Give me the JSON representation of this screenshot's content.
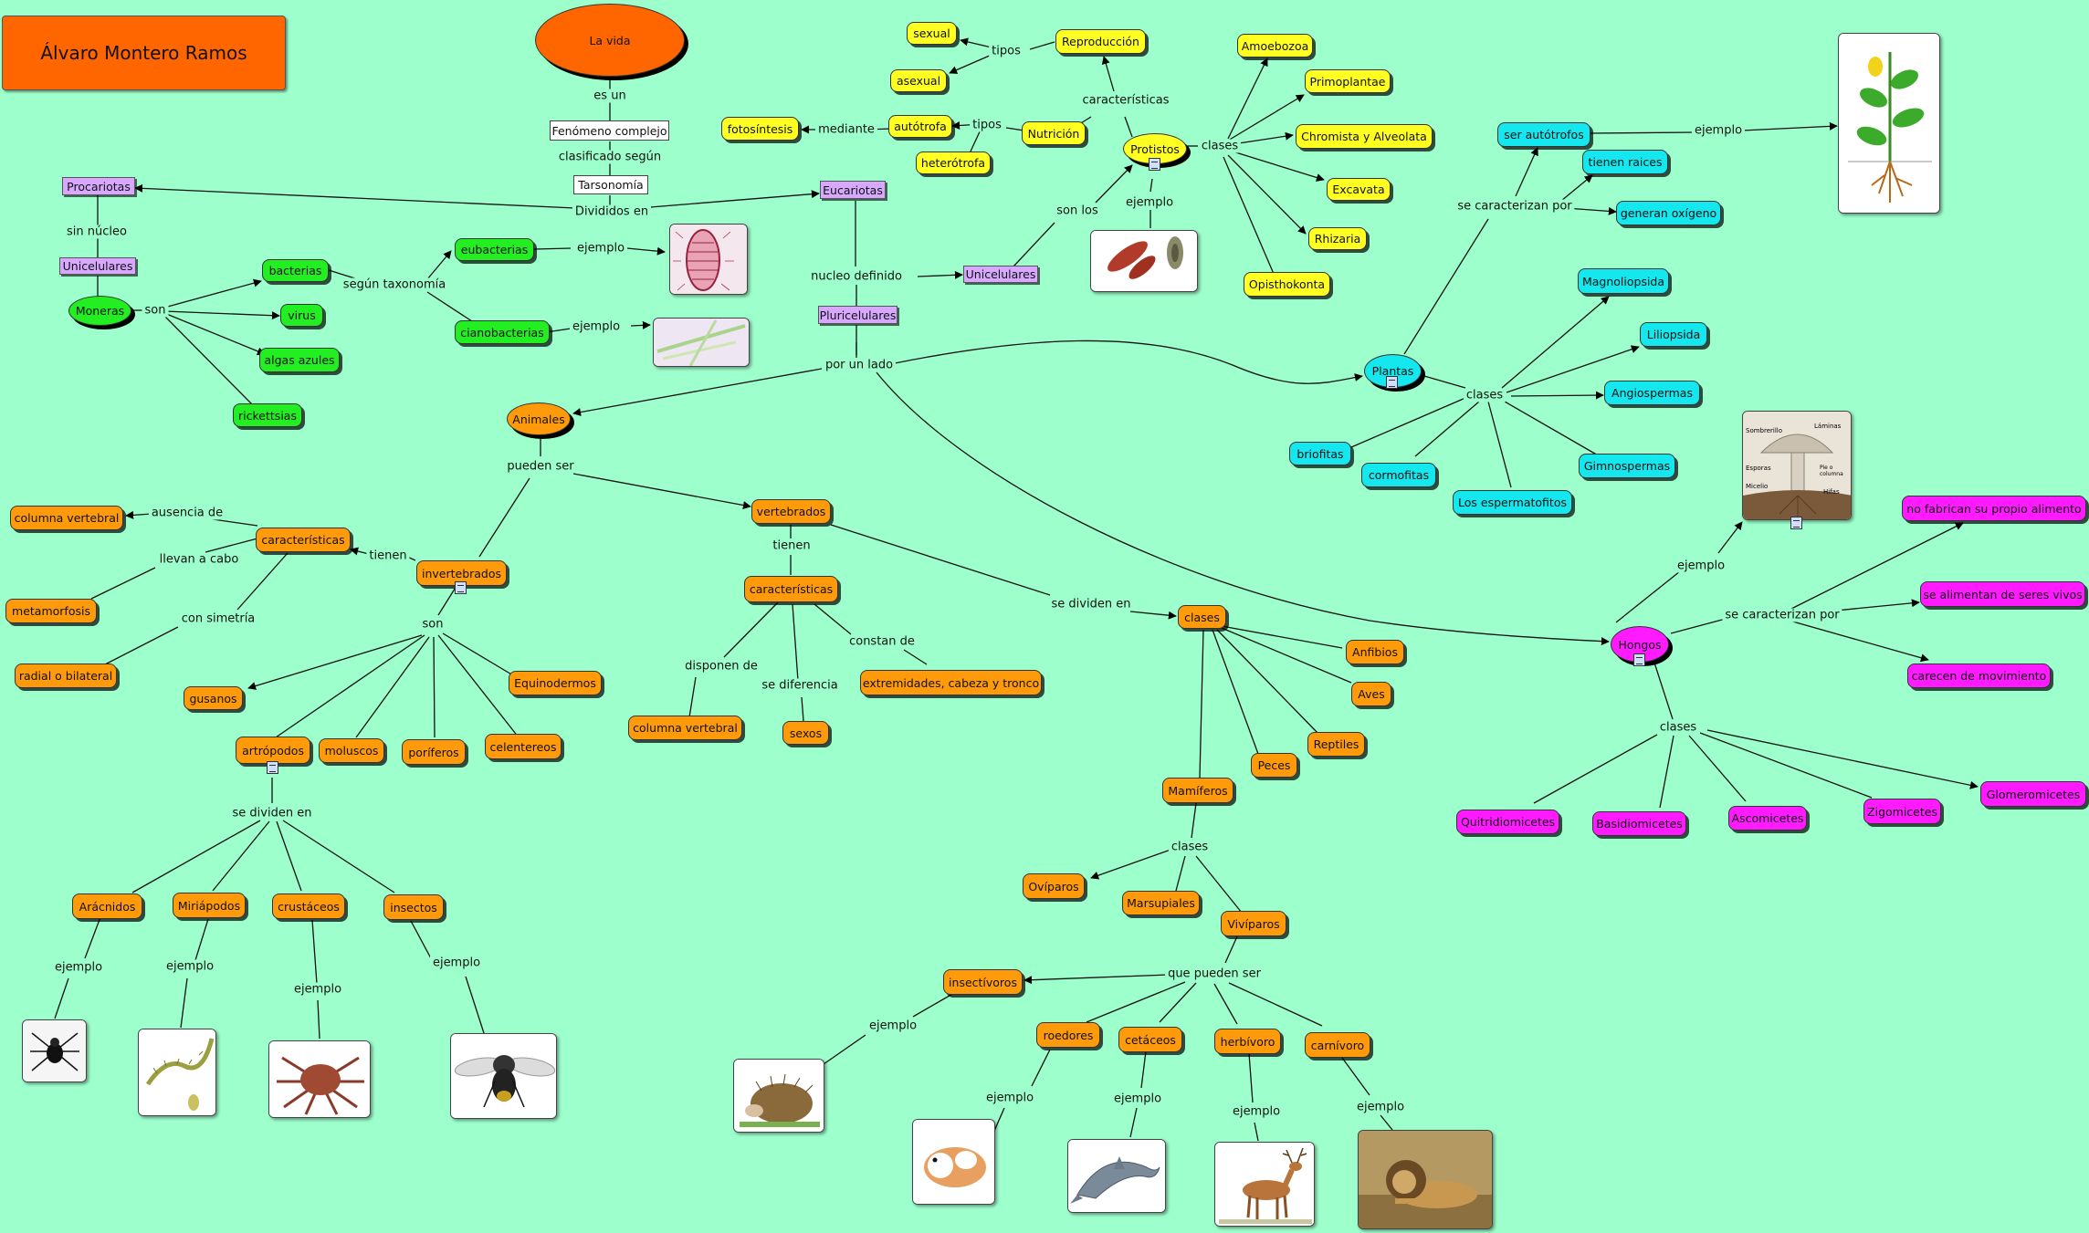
{
  "title": "Álvaro Montero Ramos",
  "nodes": {
    "lavida": "La vida",
    "fenomeno": "Fenómeno complejo",
    "tarsonomia": "Tarsonomía",
    "procariotas": "Procariotas",
    "eucariotas": "Eucariotas",
    "unicelulares_p": "Unicelulares",
    "moneras": "Moneras",
    "bacterias": "bacterias",
    "virus": "virus",
    "algas": "algas azules",
    "rickettsias": "rickettsias",
    "eubacterias": "eubacterias",
    "cianobacterias": "cianobacterias",
    "unicelulares_e": "Unicelulares",
    "pluricelulares": "Pluricelulares",
    "protistos": "Protistos",
    "reproduccion": "Reproducción",
    "sexual": "sexual",
    "asexual": "asexual",
    "nutricion": "Nutrición",
    "autotrofa": "autótrofa",
    "heterotrofa": "heterótrofa",
    "fotosintesis": "fotosíntesis",
    "amoebozoa": "Amoebozoa",
    "primoplantae": "Primoplantae",
    "chromista": "Chromista y Alveolata",
    "excavata": "Excavata",
    "rhizaria": "Rhizaria",
    "opisthokonta": "Opisthokonta",
    "plantas": "Plantas",
    "ser_autotrofos": "ser autótrofos",
    "tienen_raices": "tienen raices",
    "generan_oxigeno": "generan oxígeno",
    "magnoliopsida": "Magnoliopsida",
    "liliopsida": "Liliopsida",
    "angiospermas": "Angiospermas",
    "gimnospermas": "Gimnospermas",
    "espermatofitos": "Los espermatofitos",
    "cormofitas": "cormofitas",
    "briofitas": "briofitas",
    "hongos": "Hongos",
    "no_fabrican": "no fabrican su propio alimento",
    "se_alimentan": "se alimentan de seres vivos",
    "carecen": "carecen de movimiento",
    "quitridiomicetes": "Quitridiomicetes",
    "basidiomicetes": "Basidiomicetes",
    "ascomicetes": "Ascomicetes",
    "zigomicetes": "Zigomicetes",
    "glomeromicetes": "Glomeromicetes",
    "animales": "Animales",
    "invertebrados": "invertebrados",
    "caract_inv": "características",
    "columna_inv": "columna vertebral",
    "metamorfosis": "metamorfosis",
    "radial": "radial o bilateral",
    "gusanos": "gusanos",
    "equinodermos": "Equinodermos",
    "artropodos": "artrópodos",
    "moluscos": "moluscos",
    "poriferos": "poríferos",
    "celentereos": "celentereos",
    "aracnidos": "Arácnidos",
    "miriapodos": "Miriápodos",
    "crustaceos": "crustáceos",
    "insectos": "insectos",
    "vertebrados": "vertebrados",
    "caract_ver": "características",
    "columna_ver": "columna vertebral",
    "sexos": "sexos",
    "extremidades": "extremidades, cabeza y tronco",
    "clases": "clases",
    "anfibios": "Anfibios",
    "aves": "Aves",
    "reptiles": "Reptiles",
    "peces": "Peces",
    "mamiferos": "Mamíferos",
    "oviparos": "Ovíparos",
    "marsupiales": "Marsupiales",
    "viviparos": "Vivíparos",
    "insectivoros": "insectívoros",
    "roedores": "roedores",
    "cetaceos": "cetáceos",
    "herbivoro": "herbívoro",
    "carnivoro": "carnívoro"
  },
  "labels": {
    "es_un": "es un",
    "clasificado": "clasificado según",
    "divididos": "Divididos en",
    "sin_nucleo": "sin núcleo",
    "son_mon": "son",
    "segun_tax": "según taxonomía",
    "ejemplo_eub": "ejemplo",
    "ejemplo_cia": "ejemplo",
    "nucleo_def": "nucleo definido",
    "son_los": "son los",
    "ejemplo_pro": "ejemplo",
    "caracteristicas_pro": "características",
    "tipos_rep": "tipos",
    "tipos_nut": "tipos",
    "mediante": "mediante",
    "clases_pro": "clases",
    "por_un_lado": "por un lado",
    "se_caracterizan_pl": "se caracterizan por",
    "ejemplo_pl": "ejemplo",
    "clases_pl": "clases",
    "ejemplo_ho": "ejemplo",
    "se_caracterizan_ho": "se caracterizan por",
    "clases_ho": "clases",
    "pueden_ser": "pueden ser",
    "tienen_inv": "tienen",
    "ausencia": "ausencia de",
    "llevan": "llevan a cabo",
    "con_simetria": "con simetría",
    "son_inv": "son",
    "se_dividen_art": "se dividen en",
    "ejemplo_ara": "ejemplo",
    "ejemplo_mir": "ejemplo",
    "ejemplo_cru": "ejemplo",
    "ejemplo_ins": "ejemplo",
    "tienen_ver": "tienen",
    "disponen": "disponen de",
    "se_diferencia": "se diferencia",
    "constan": "constan de",
    "se_dividen_ver": "se dividen en",
    "clases_mam": "clases",
    "que_pueden": "que pueden ser",
    "ejemplo_insv": "ejemplo",
    "ejemplo_roe": "ejemplo",
    "ejemplo_cet": "ejemplo",
    "ejemplo_her": "ejemplo",
    "ejemplo_car": "ejemplo"
  },
  "mushroom_labels": {
    "sombrerillo": "Sombrerillo",
    "laminas": "Láminas",
    "esporas": "Esporas",
    "pie": "Pie o columna",
    "micelio": "Micelio",
    "hifas": "Hifas"
  },
  "colors": {
    "background": "#9cffcc",
    "title": "#ff6600",
    "procariotas": "#d8a8ff",
    "moneras": "#22ee22",
    "protistos": "#ffff22",
    "animales": "#ff9a0a",
    "plantas": "#14e8ee",
    "hongos": "#ff1aff"
  }
}
